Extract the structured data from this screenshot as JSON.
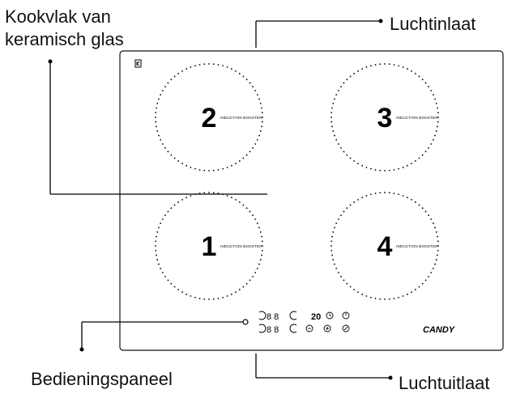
{
  "labels": {
    "cooktop_line1": "Kookvlak van",
    "cooktop_line2": "keramisch  glas",
    "air_inlet": "Luchtinlaat",
    "control_panel": "Bedieningspaneel",
    "air_outlet": "Luchtuitlaat"
  },
  "zones": [
    {
      "number": "2",
      "caption": "INDUCTION BOOSTER"
    },
    {
      "number": "3",
      "caption": "INDUCTION BOOSTER"
    },
    {
      "number": "1",
      "caption": "INDUCTION BOOSTER"
    },
    {
      "number": "4",
      "caption": "INDUCTION BOOSTER"
    }
  ],
  "controls": {
    "display_row1": "8  8",
    "display_row2": "8  8",
    "timer_display": "20"
  },
  "brand": "CANDY",
  "icons": [
    "lock-icon",
    "clock-icon",
    "power-icon",
    "minus-icon",
    "plus-icon",
    "pause-icon",
    "on-off-icon"
  ]
}
